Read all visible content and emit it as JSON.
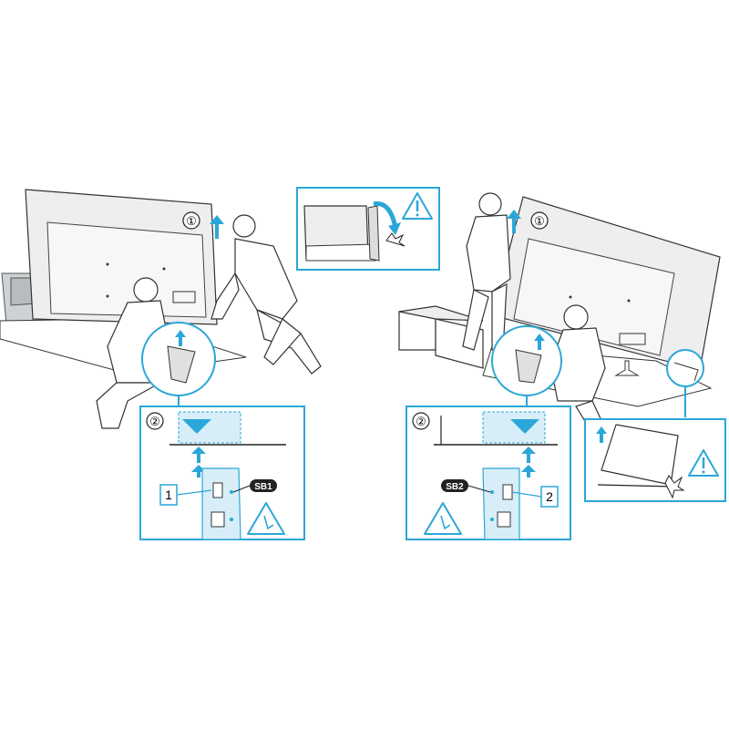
{
  "colors": {
    "accent": "#2aa7d8",
    "accent_fill": "#d7eef8",
    "line": "#222222",
    "person_fill": "#ffffff"
  },
  "steps": {
    "step1_marker": "①",
    "step2_marker": "②"
  },
  "left_detail": {
    "label": "SB1",
    "callout": "1"
  },
  "right_detail": {
    "label": "SB2",
    "callout": "2"
  },
  "icons": [
    "warning-triangle-icon",
    "pinch-hazard-icon",
    "up-arrow-icon",
    "down-triangle-icon"
  ]
}
